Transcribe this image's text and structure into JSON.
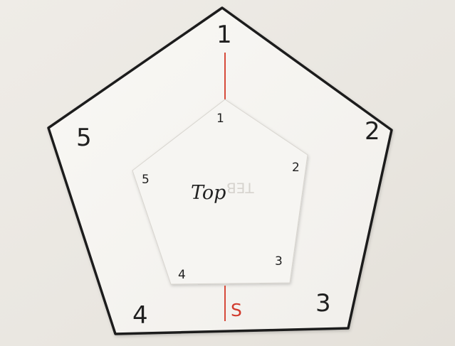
{
  "photo": {
    "background_color": "#ece9e3",
    "paper_color": "#f7f6f3",
    "inner_paper_color": "#f6f5f2",
    "border_color": "#1c1c1c",
    "line_color": "#d64a3a"
  },
  "outer_pentagon": {
    "labels": [
      "1",
      "2",
      "3",
      "4",
      "5"
    ]
  },
  "inner_pentagon": {
    "labels": [
      "1",
      "2",
      "3",
      "4",
      "5"
    ],
    "center_text": "Top"
  },
  "reference_line": {
    "bottom_label": "S"
  }
}
